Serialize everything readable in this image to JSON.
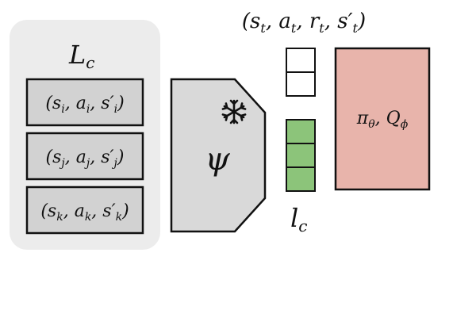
{
  "context_panel": {
    "label_main": "L",
    "label_sub": "c",
    "tuples": [
      {
        "text": "(s",
        "idx": "i",
        "mid": ", a",
        "idx2": "i",
        "tail": ", s′",
        "idx3": "i",
        "close": ")"
      },
      {
        "text": "(s",
        "idx": "j",
        "mid": ", a",
        "idx2": "j",
        "tail": ", s′",
        "idx3": "j",
        "close": ")"
      },
      {
        "text": "(s",
        "idx": "k",
        "mid": ", a",
        "idx2": "k",
        "tail": ", s′",
        "idx3": "k",
        "close": ")"
      }
    ]
  },
  "encoder": {
    "symbol": "ψ",
    "frozen_icon": "snowflake-icon"
  },
  "transition": {
    "open": "(s",
    "s_sub": "t",
    "a": ", a",
    "a_sub": "t",
    "r": ", r",
    "r_sub": "t",
    "s2": ", s′",
    "s2_sub": "t",
    "close": ")"
  },
  "latent": {
    "label_main": "l",
    "label_sub": "c",
    "empty_cells": 2,
    "filled_cells": 3
  },
  "policy": {
    "pi": "π",
    "pi_sub": "θ",
    "sep": ", ",
    "q": "Q",
    "q_sub": "ϕ"
  },
  "colors": {
    "panel_bg": "#ececec",
    "tuple_box_bg": "#d2d2d2",
    "encoder_bg": "#d9d9d9",
    "latent_fill": "#8cc47a",
    "policy_bg": "#e8b4ab",
    "stroke": "#111111"
  }
}
